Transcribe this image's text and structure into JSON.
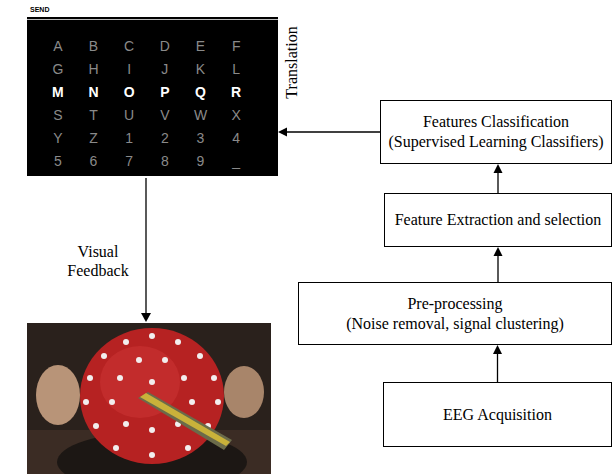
{
  "diagram": {
    "nodes": [
      {
        "text": [
          "SEND",
          "A",
          "B",
          "C",
          "D",
          "E",
          "F",
          "G",
          "H",
          "I",
          "J",
          "K",
          "L",
          "M",
          "N",
          "O",
          "P",
          "Q",
          "R",
          "S",
          "T",
          "U",
          "V",
          "W",
          "X",
          "Y",
          "Z",
          "1",
          "2",
          "3",
          "4",
          "5",
          "6",
          "7",
          "8",
          "9",
          "_"
        ]
      },
      {
        "text": [
          "Features Classification (Supervised Learning Classifiers)"
        ]
      },
      {
        "text": [
          "Feature Extraction and selection"
        ]
      },
      {
        "text": [
          "Pre-processing (Noise removal, signal clustering)"
        ]
      },
      {
        "text": [
          "EEG Acquisition"
        ]
      }
    ],
    "edges": [
      {
        "from": 4,
        "to": 3,
        "arrow": "to"
      },
      {
        "from": 3,
        "to": 2,
        "arrow": "to"
      },
      {
        "from": 2,
        "to": 1,
        "arrow": "to"
      },
      {
        "from": 1,
        "to": 0,
        "arrow": "to",
        "label": "Translation"
      }
    ],
    "labels": [
      "Visual Feedback"
    ]
  }
}
